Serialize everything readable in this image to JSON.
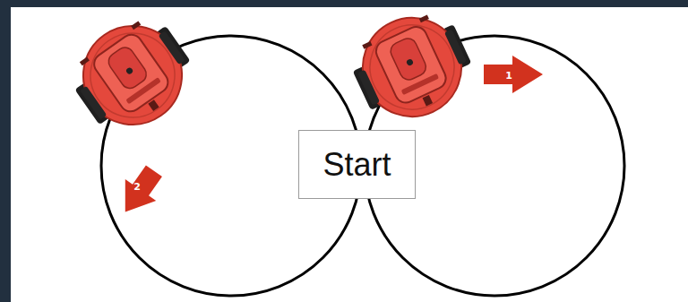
{
  "diagram": {
    "nodes": [
      {
        "text": [
          "Start"
        ]
      }
    ],
    "labels": [
      "1",
      "2"
    ]
  }
}
